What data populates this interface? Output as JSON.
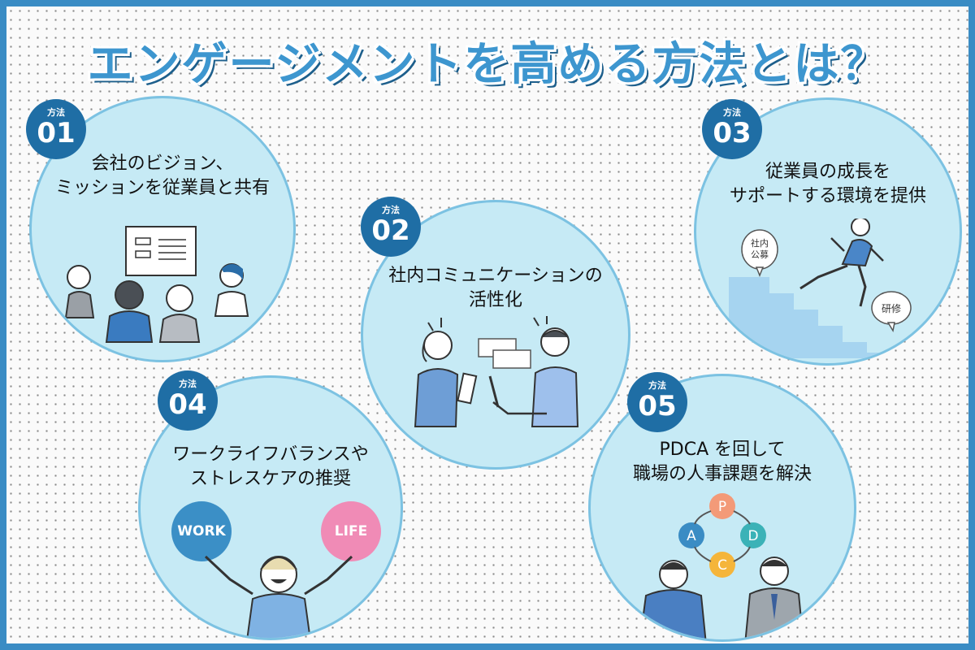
{
  "title": "エンゲージメントを高める方法とは？",
  "badge_prefix": "方法",
  "methods": [
    {
      "number": "01",
      "line1": "会社のビジョン、",
      "line2": "ミッションを従業員と共有"
    },
    {
      "number": "02",
      "line1": "社内コミュニケーションの",
      "line2": "活性化"
    },
    {
      "number": "03",
      "line1": "従業員の成長を",
      "line2": "サポートする環境を提供"
    },
    {
      "number": "04",
      "line1": "ワークライフバランスや",
      "line2": "ストレスケアの推奨"
    },
    {
      "number": "05",
      "line1": "PDCA を回して",
      "line2": "職場の人事課題を解決"
    }
  ],
  "m3_bubbles": {
    "left_line1": "社内",
    "left_line2": "公募",
    "right": "研修"
  },
  "m4_labels": {
    "work": "WORK",
    "life": "LIFE"
  },
  "pdca": {
    "p": "P",
    "d": "D",
    "c": "C",
    "a": "A"
  },
  "colors": {
    "border": "#3a8cc4",
    "badge": "#1f6ea5",
    "circle_fill": "#c6eaf5",
    "work": "#3b8fc6",
    "life": "#f08bb6",
    "pdca_p": "#f39a78",
    "pdca_d": "#3bb2b7",
    "pdca_c": "#f5b53a",
    "pdca_a": "#3a8cc4"
  }
}
